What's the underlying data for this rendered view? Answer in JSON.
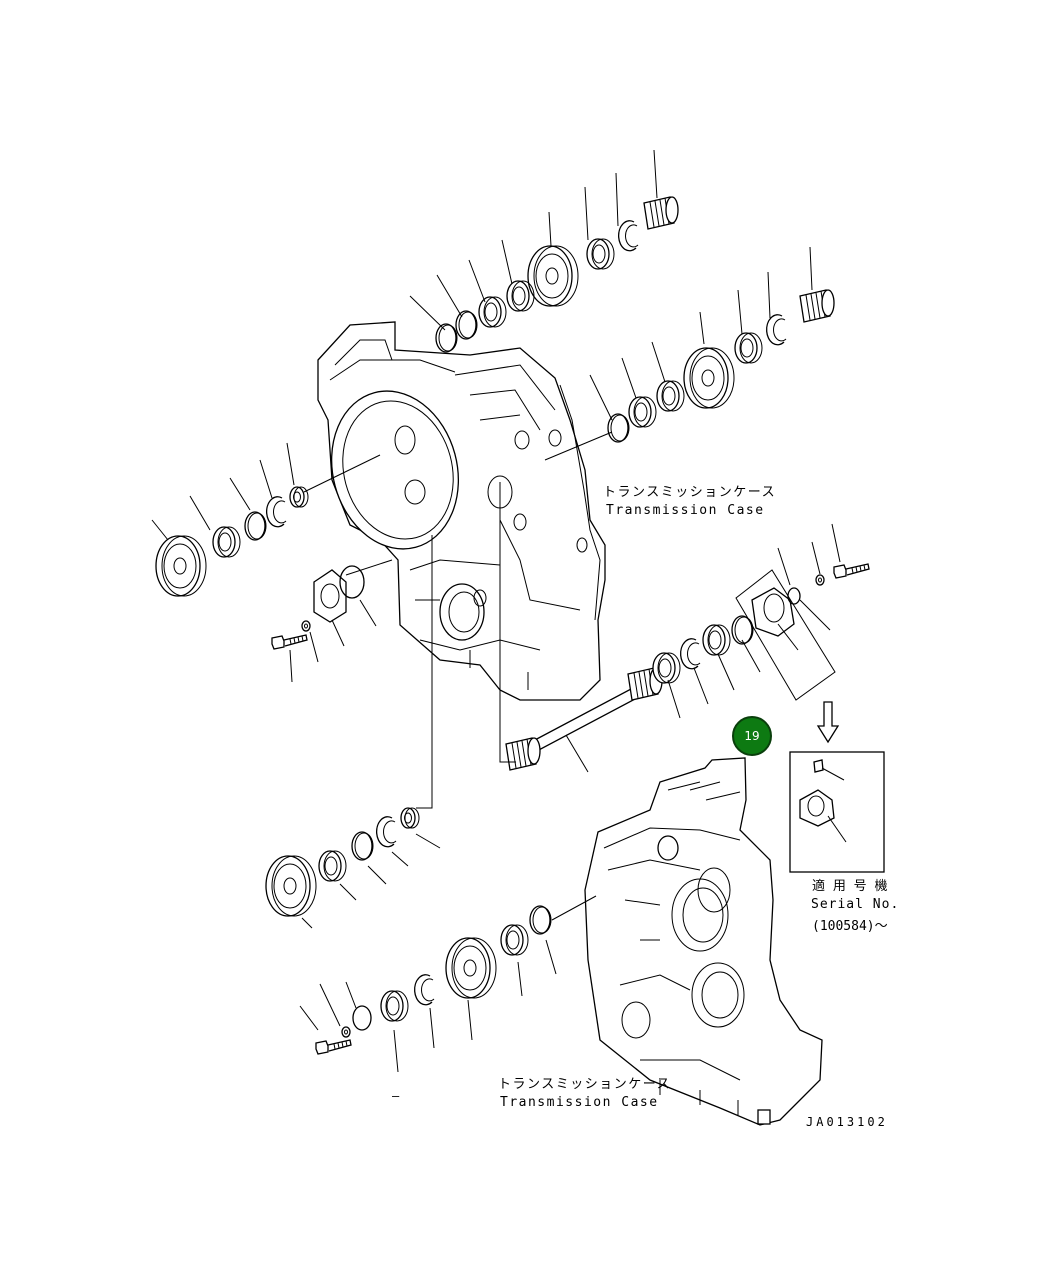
{
  "callout": {
    "number": "19",
    "color": "#0d7a12"
  },
  "upper_case_label": {
    "jp": "トランスミッションケース",
    "en": "Transmission Case"
  },
  "lower_case_label": {
    "jp": "トランスミッションケース",
    "en": "Transmission Case"
  },
  "serial_box": {
    "line1": "適 用 号 機",
    "line2": "Serial No.",
    "line3": "(100584)～"
  },
  "drawing_code": "JA013102",
  "stray_marks": {
    "dash_lower": "–"
  }
}
